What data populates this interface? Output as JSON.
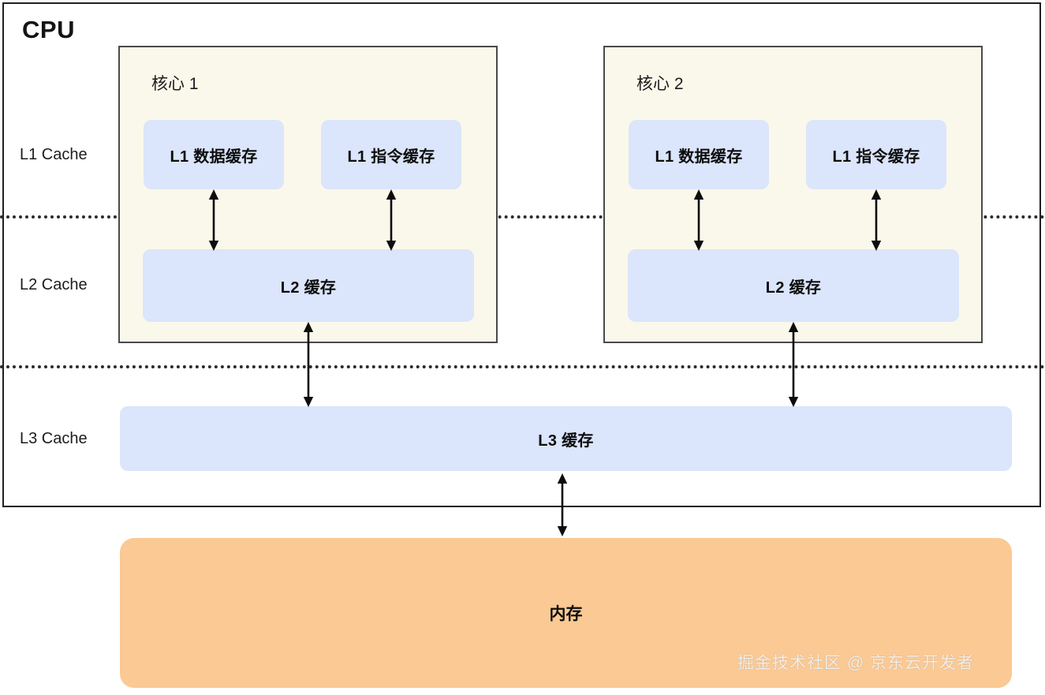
{
  "diagram": {
    "title": "CPU",
    "colors": {
      "core_bg": "#faf8ea",
      "cache_blue": "#dbe5fb",
      "memory_orange": "#fbc993",
      "border": "#4a4a4a",
      "frame": "#1f1f1f",
      "text": "#0d0d0d"
    },
    "level_labels": [
      {
        "id": "l1",
        "text": "L1 Cache"
      },
      {
        "id": "l2",
        "text": "L2 Cache"
      },
      {
        "id": "l3",
        "text": "L3 Cache"
      }
    ],
    "cores": [
      {
        "label": "核心 1",
        "l1_data": "L1 数据缓存",
        "l1_instruction": "L1 指令缓存",
        "l2": "L2 缓存"
      },
      {
        "label": "核心 2",
        "l1_data": "L1 数据缓存",
        "l1_instruction": "L1 指令缓存",
        "l2": "L2 缓存"
      }
    ],
    "shared": {
      "l3": "L3 缓存",
      "memory": "内存"
    },
    "watermark": "掘金技术社区 @ 京东云开发者"
  }
}
